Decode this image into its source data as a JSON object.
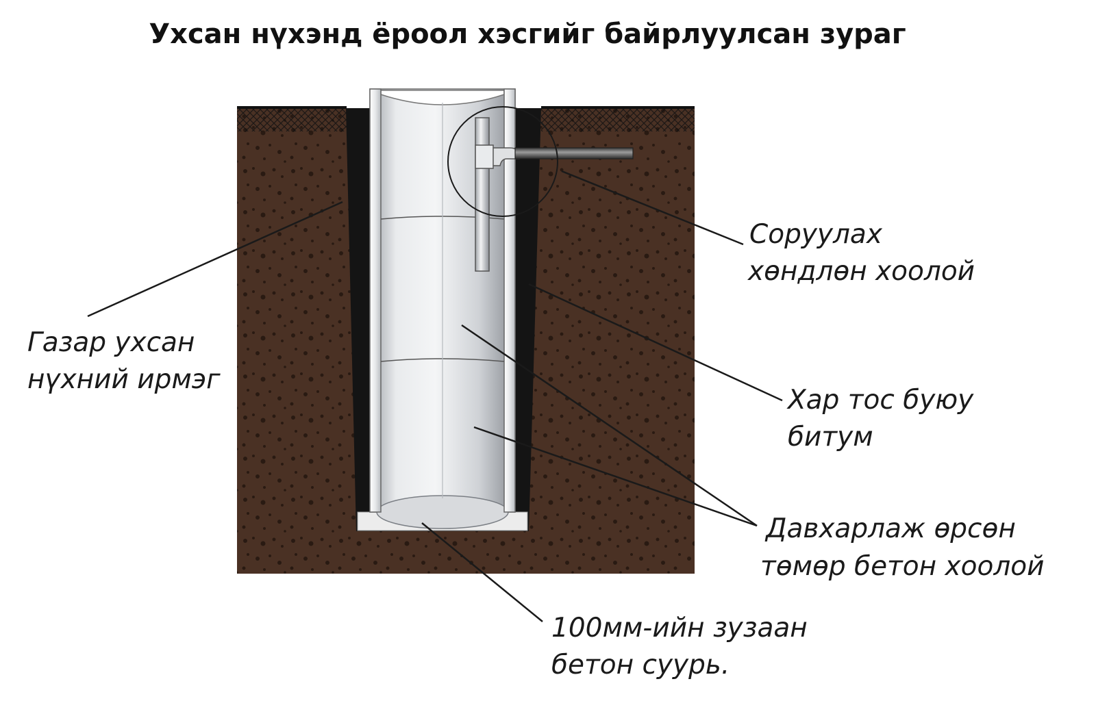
{
  "title": "Ухсан нүхэнд ёроол хэсгийг байрлуулсан зураг",
  "labels": {
    "suction_pipe": {
      "line1": "Соруулах",
      "line2": "хөндлөн хоолой"
    },
    "pit_edge": {
      "line1": "Газар ухсан",
      "line2": "нүхний ирмэг"
    },
    "bitumen": {
      "line1": "Хар тос буюу",
      "line2": "битум"
    },
    "concrete_pipe": {
      "line1": "Давхарлаж өрсөн",
      "line2": "төмөр бетон хоолой"
    },
    "foundation": {
      "line1": "100мм-ийн зузаан",
      "line2": "бетон суурь."
    }
  },
  "colors": {
    "soil": "#4a3124",
    "soil_speckle": "#1e120c",
    "bitumen": "#141414",
    "pipe_light": "#f2f4f5",
    "pipe_mid": "#c9ccd0",
    "pipe_dark": "#8e9298"
  }
}
